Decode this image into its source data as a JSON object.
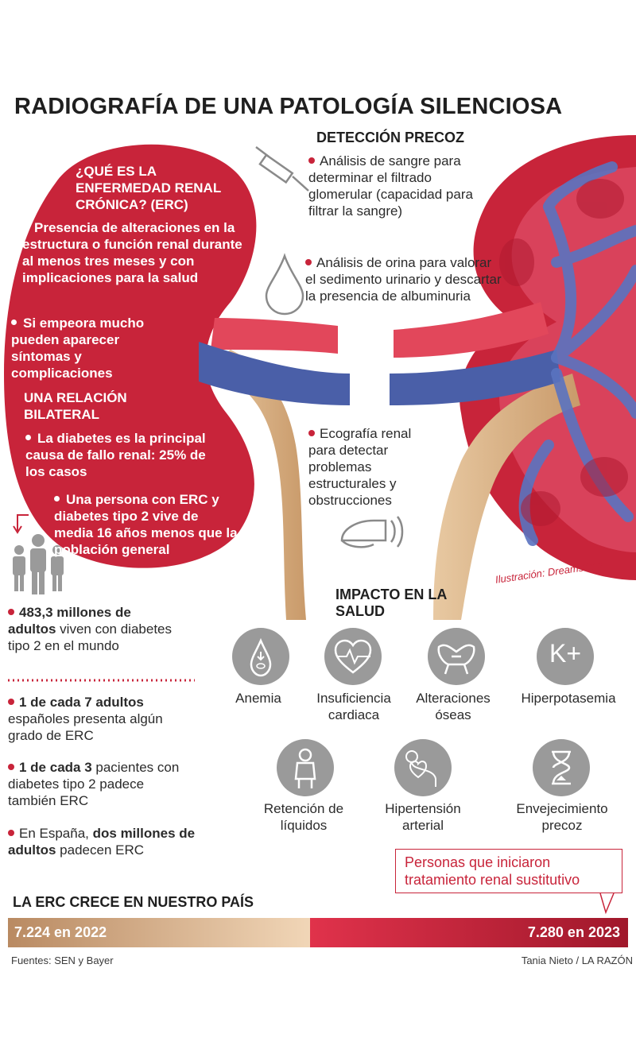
{
  "title": "RADIOGRAFÍA DE UNA PATOLOGÍA SILENCIOSA",
  "what_is": {
    "heading": "¿QUÉ ES LA ENFERMEDAD RENAL CRÓNICA? (ERC)",
    "bullet1": "Presencia de alteraciones en la estructura o función renal durante al menos tres meses y con implicaciones para la salud",
    "bullet2": "Si empeora mucho pueden aparecer síntomas y complicaciones"
  },
  "bilateral": {
    "heading": "UNA RELACIÓN BILATERAL",
    "bullet1": "La diabetes es la principal causa de fallo renal: 25% de los casos",
    "bullet2": "Una persona con ERC y diabetes tipo 2 vive de media 16 años menos que la población general"
  },
  "detection": {
    "heading": "DETECCIÓN PRECOZ",
    "item1": "Análisis de sangre para determinar el filtrado glomerular (capacidad para filtrar la sangre)",
    "item2": "Análisis de orina para valorar el sedimento urinario y descartar la presencia de albuminuria",
    "item3": "Ecografía renal para detectar problemas estructurales y obstrucciones",
    "icons": [
      "syringe-icon",
      "drop-icon",
      "ultrasound-probe-icon"
    ]
  },
  "credit_illustration": "Ilustración: Dreamstime",
  "stats": {
    "s1_bold": "483,3 millones de adultos",
    "s1_rest": " viven con diabetes tipo 2 en el mundo",
    "s2_bold": "1 de cada 7 adultos",
    "s2_rest": " españoles presenta algún grado de ERC",
    "s3_bold": "1 de cada 3",
    "s3_rest": " pacientes con diabetes tipo 2 padece también ERC",
    "s4_pre": "En España, ",
    "s4_bold": "dos millones de adultos",
    "s4_rest": " padecen ERC"
  },
  "impact": {
    "heading": "IMPACTO EN LA SALUD",
    "items": [
      {
        "label": "Anemia",
        "icon": "blood-drop-icon"
      },
      {
        "label": "Insuficiencia cardiaca",
        "icon": "heart-pulse-icon"
      },
      {
        "label": "Alteraciones óseas",
        "icon": "pelvis-bone-icon"
      },
      {
        "label": "Hiperpotasemia",
        "icon": "potassium-icon",
        "symbol": "K+"
      },
      {
        "label": "Retención de líquidos",
        "icon": "body-icon"
      },
      {
        "label": "Hipertensión arterial",
        "icon": "blood-pressure-icon"
      },
      {
        "label": "Envejecimiento precoz",
        "icon": "hourglass-icon"
      }
    ]
  },
  "growth": {
    "heading": "LA ERC CRECE EN NUESTRO PAÍS",
    "callout": "Personas que iniciaron tratamiento renal sustitutivo",
    "left_label": "7.224 en 2022",
    "right_label": "7.280 en 2023",
    "value_2022": 7224,
    "value_2023": 7280
  },
  "sources": "Fuentes: SEN y Bayer",
  "author": "Tania Nieto / LA RAZÓN",
  "colors": {
    "red": "#c8243a",
    "dark_red": "#a81a2e",
    "blue": "#4a5fa8",
    "tan": "#d9b48a",
    "gray": "#9a9a9a"
  }
}
